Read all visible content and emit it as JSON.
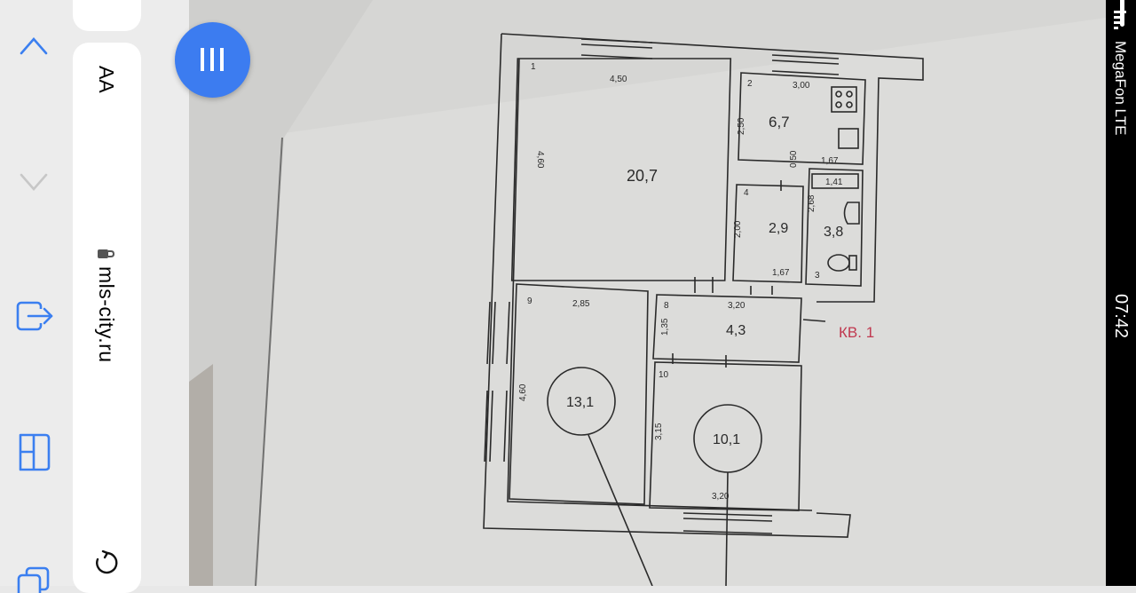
{
  "browser": {
    "text_size_label": "AA",
    "domain": "mls-city.ru",
    "icons": [
      "chevron-up-icon",
      "chevron-down-icon",
      "share-icon",
      "bookmarks-icon",
      "tabs-icon",
      "reload-icon",
      "lock-icon",
      "menu-bars-icon"
    ]
  },
  "status_bar": {
    "carrier": "MegaFon  LTE",
    "time": "07:42"
  },
  "floorplan": {
    "apartment_label": "КВ. 1",
    "rooms": [
      {
        "num": "1",
        "area": "20,7",
        "dims": [
          "4,50",
          "4,60"
        ]
      },
      {
        "num": "2",
        "area": "6,7",
        "dims": [
          "3,00",
          "2,50"
        ]
      },
      {
        "num": "3",
        "area": "3,8",
        "dims": [
          "1,41",
          "2,68",
          "1,67"
        ]
      },
      {
        "num": "4",
        "area": "2,9",
        "dims": [
          "2,00",
          "1,67"
        ]
      },
      {
        "num": "8",
        "area": "4,3",
        "dims": [
          "3,20",
          "1,35"
        ]
      },
      {
        "num": "9",
        "area": "13,1",
        "dims": [
          "2,85",
          "4,60"
        ]
      },
      {
        "num": "10",
        "area": "10,1",
        "dims": [
          "3,15",
          "3,20"
        ]
      }
    ],
    "extra_dims": [
      "0,50"
    ]
  },
  "colors": {
    "accent_blue": "#3c7cf0",
    "paper": "#d3d3d1",
    "ink": "#2a2a2a",
    "label_red": "#c0384f"
  }
}
